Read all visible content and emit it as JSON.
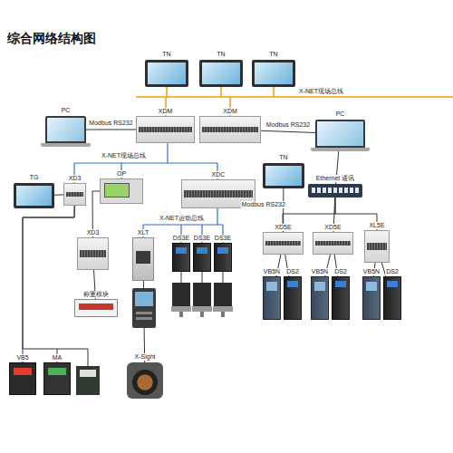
{
  "diagram": {
    "title": "综合网络结构图",
    "nodes": [
      {
        "text": [
          "TN"
        ]
      },
      {
        "text": [
          "TN"
        ]
      },
      {
        "text": [
          "TN"
        ]
      },
      {
        "text": [
          "PC"
        ]
      },
      {
        "text": [
          "XDM"
        ]
      },
      {
        "text": [
          "XDM"
        ]
      },
      {
        "text": [
          "PC"
        ]
      },
      {
        "text": [
          "TG"
        ]
      },
      {
        "text": [
          "XD3"
        ]
      },
      {
        "text": [
          "OP"
        ]
      },
      {
        "text": [
          "XDC"
        ]
      },
      {
        "text": [
          "TN"
        ]
      },
      {
        "text": [
          "Ethernet 通讯"
        ]
      },
      {
        "text": [
          "XLT"
        ]
      },
      {
        "text": [
          "XD3"
        ]
      },
      {
        "text": [
          "DS3E"
        ]
      },
      {
        "text": [
          "DS3E"
        ]
      },
      {
        "text": [
          "DS3E"
        ]
      },
      {
        "text": [
          "XD5E"
        ]
      },
      {
        "text": [
          "XD5E"
        ]
      },
      {
        "text": [
          "XL5E"
        ]
      },
      {
        "text": [
          "VB5N"
        ]
      },
      {
        "text": [
          "DS2"
        ]
      },
      {
        "text": [
          "VB5N"
        ]
      },
      {
        "text": [
          "DS2"
        ]
      },
      {
        "text": [
          "VB5N"
        ]
      },
      {
        "text": [
          "DS2"
        ]
      },
      {
        "text": [
          "称重模块"
        ]
      },
      {
        "text": [
          "X-Sight"
        ]
      },
      {
        "text": [
          "VB5"
        ]
      },
      {
        "text": [
          "MA"
        ]
      }
    ],
    "edges": [
      {
        "from": 3,
        "to": 4,
        "label": "Modbus RS232",
        "arrow": "none"
      },
      {
        "from": 5,
        "to": 6,
        "label": "Modbus RS232",
        "arrow": "none"
      },
      {
        "from": 7,
        "to": 8,
        "arrow": "none"
      },
      {
        "from": 9,
        "to": 14,
        "arrow": "none"
      },
      {
        "from": 14,
        "to": 27,
        "arrow": "none"
      },
      {
        "from": 11,
        "to": 18,
        "label": "Modbus RS232",
        "arrow": "none"
      },
      {
        "from": 6,
        "to": 12,
        "arrow": "none"
      },
      {
        "from": 12,
        "to": 18,
        "arrow": "none"
      },
      {
        "from": 12,
        "to": 19,
        "arrow": "none"
      },
      {
        "from": 12,
        "to": 20,
        "arrow": "none"
      },
      {
        "from": 18,
        "to": 21,
        "arrow": "none"
      },
      {
        "from": 18,
        "to": 22,
        "arrow": "none"
      },
      {
        "from": 19,
        "to": 23,
        "arrow": "none"
      },
      {
        "from": 19,
        "to": 24,
        "arrow": "none"
      },
      {
        "from": 20,
        "to": 25,
        "arrow": "none"
      },
      {
        "from": 20,
        "to": 26,
        "arrow": "none"
      },
      {
        "from": 13,
        "to": 28,
        "arrow": "none"
      },
      {
        "from": 8,
        "to": 29,
        "arrow": "none"
      },
      {
        "from": 8,
        "to": 30,
        "arrow": "none"
      }
    ],
    "labels": [
      "X-NET现场总线",
      "X-NET现场总线",
      "X-NET运动总线"
    ]
  }
}
